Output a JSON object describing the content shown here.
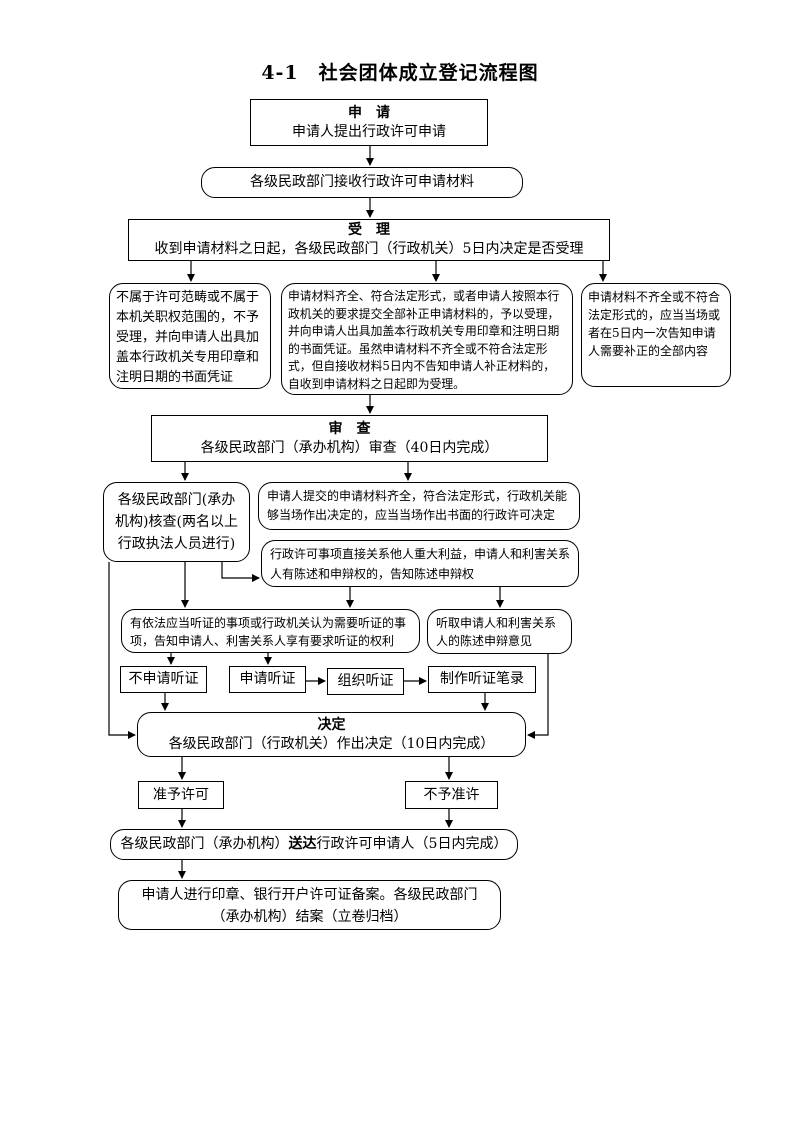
{
  "title": "4-1　社会团体成立登记流程图",
  "apply": {
    "heading": "申　请",
    "text": "申请人提出行政许可申请"
  },
  "receive": "各级民政部门接收行政许可申请材料",
  "accept": {
    "heading": "受　理",
    "text": "收到申请材料之日起，各级民政部门（行政机关）5日内决定是否受理"
  },
  "reject_scope": "不属于许可范畴或不属于本机关职权范围的，不予受理，并向申请人出具加盖本行政机关专用印章和注明日期的书面凭证",
  "accept_rules": "申请材料齐全、符合法定形式，或者申请人按照本行政机关的要求提交全部补正申请材料的，予以受理，并向申请人出具加盖本行政机关专用印章和注明日期的书面凭证。虽然申请材料不齐全或不符合法定形式，但自接收材料5日内不告知申请人补正材料的，自收到申请材料之日起即为受理。",
  "incomplete": "申请材料不齐全或不符合法定形式的，应当当场或者在5日内一次告知申请人需要补正的全部内容",
  "review": {
    "heading": "审　查",
    "text": "各级民政部门（承办机构）审查（40日内完成）"
  },
  "verify": "各级民政部门(承办机构)核查(两名以上行政执法人员进行)",
  "onsite": "申请人提交的申请材料齐全，符合法定形式，行政机关能够当场作出决定的，应当当场作出书面的行政许可决定",
  "interest": "行政许可事项直接关系他人重大利益，申请人和利害关系人有陈述和申辩权的，告知陈述申辩权",
  "hearing_notice": "有依法应当听证的事项或行政机关认为需要听证的事项，告知申请人、利害关系人享有要求听证的权利",
  "listen": "听取申请人和利害关系人的陈述申辩意见",
  "no_hearing": "不申请听证",
  "request_hearing": "申请听证",
  "organize_hearing": "组织听证",
  "hearing_record": "制作听证笔录",
  "decision": {
    "heading": "决定",
    "text": "各级民政部门（行政机关）作出决定（10日内完成）"
  },
  "grant": "准予许可",
  "deny": "不予准许",
  "deliver": {
    "prefix": "各级民政部门（承办机构）",
    "bold": "送达",
    "suffix": "行政许可申请人（5日内完成）"
  },
  "archive": "申请人进行印章、银行开户许可证备案。各级民政部门（承办机构）结案（立卷归档）"
}
